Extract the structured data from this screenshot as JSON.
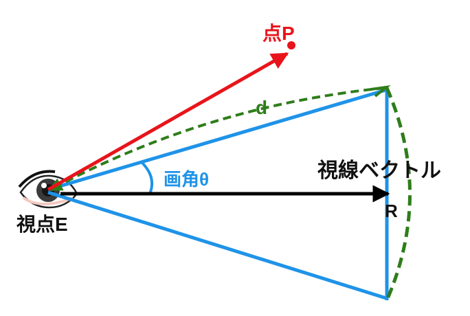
{
  "labels": {
    "point_p": "点P",
    "distance": "d",
    "view_angle": "画角θ",
    "view_vector": "視線ベクトル",
    "radius": "R",
    "viewpoint": "視点E"
  },
  "colors": {
    "point_p": "#e8141b",
    "distance": "#2e7d1a",
    "view_angle": "#1f93e8",
    "frustum": "#1f93e8",
    "view_vector": "#000000",
    "text": "#111111",
    "eye_iris": "#3a3a3a",
    "eye_skin": "#f3c9c0"
  }
}
